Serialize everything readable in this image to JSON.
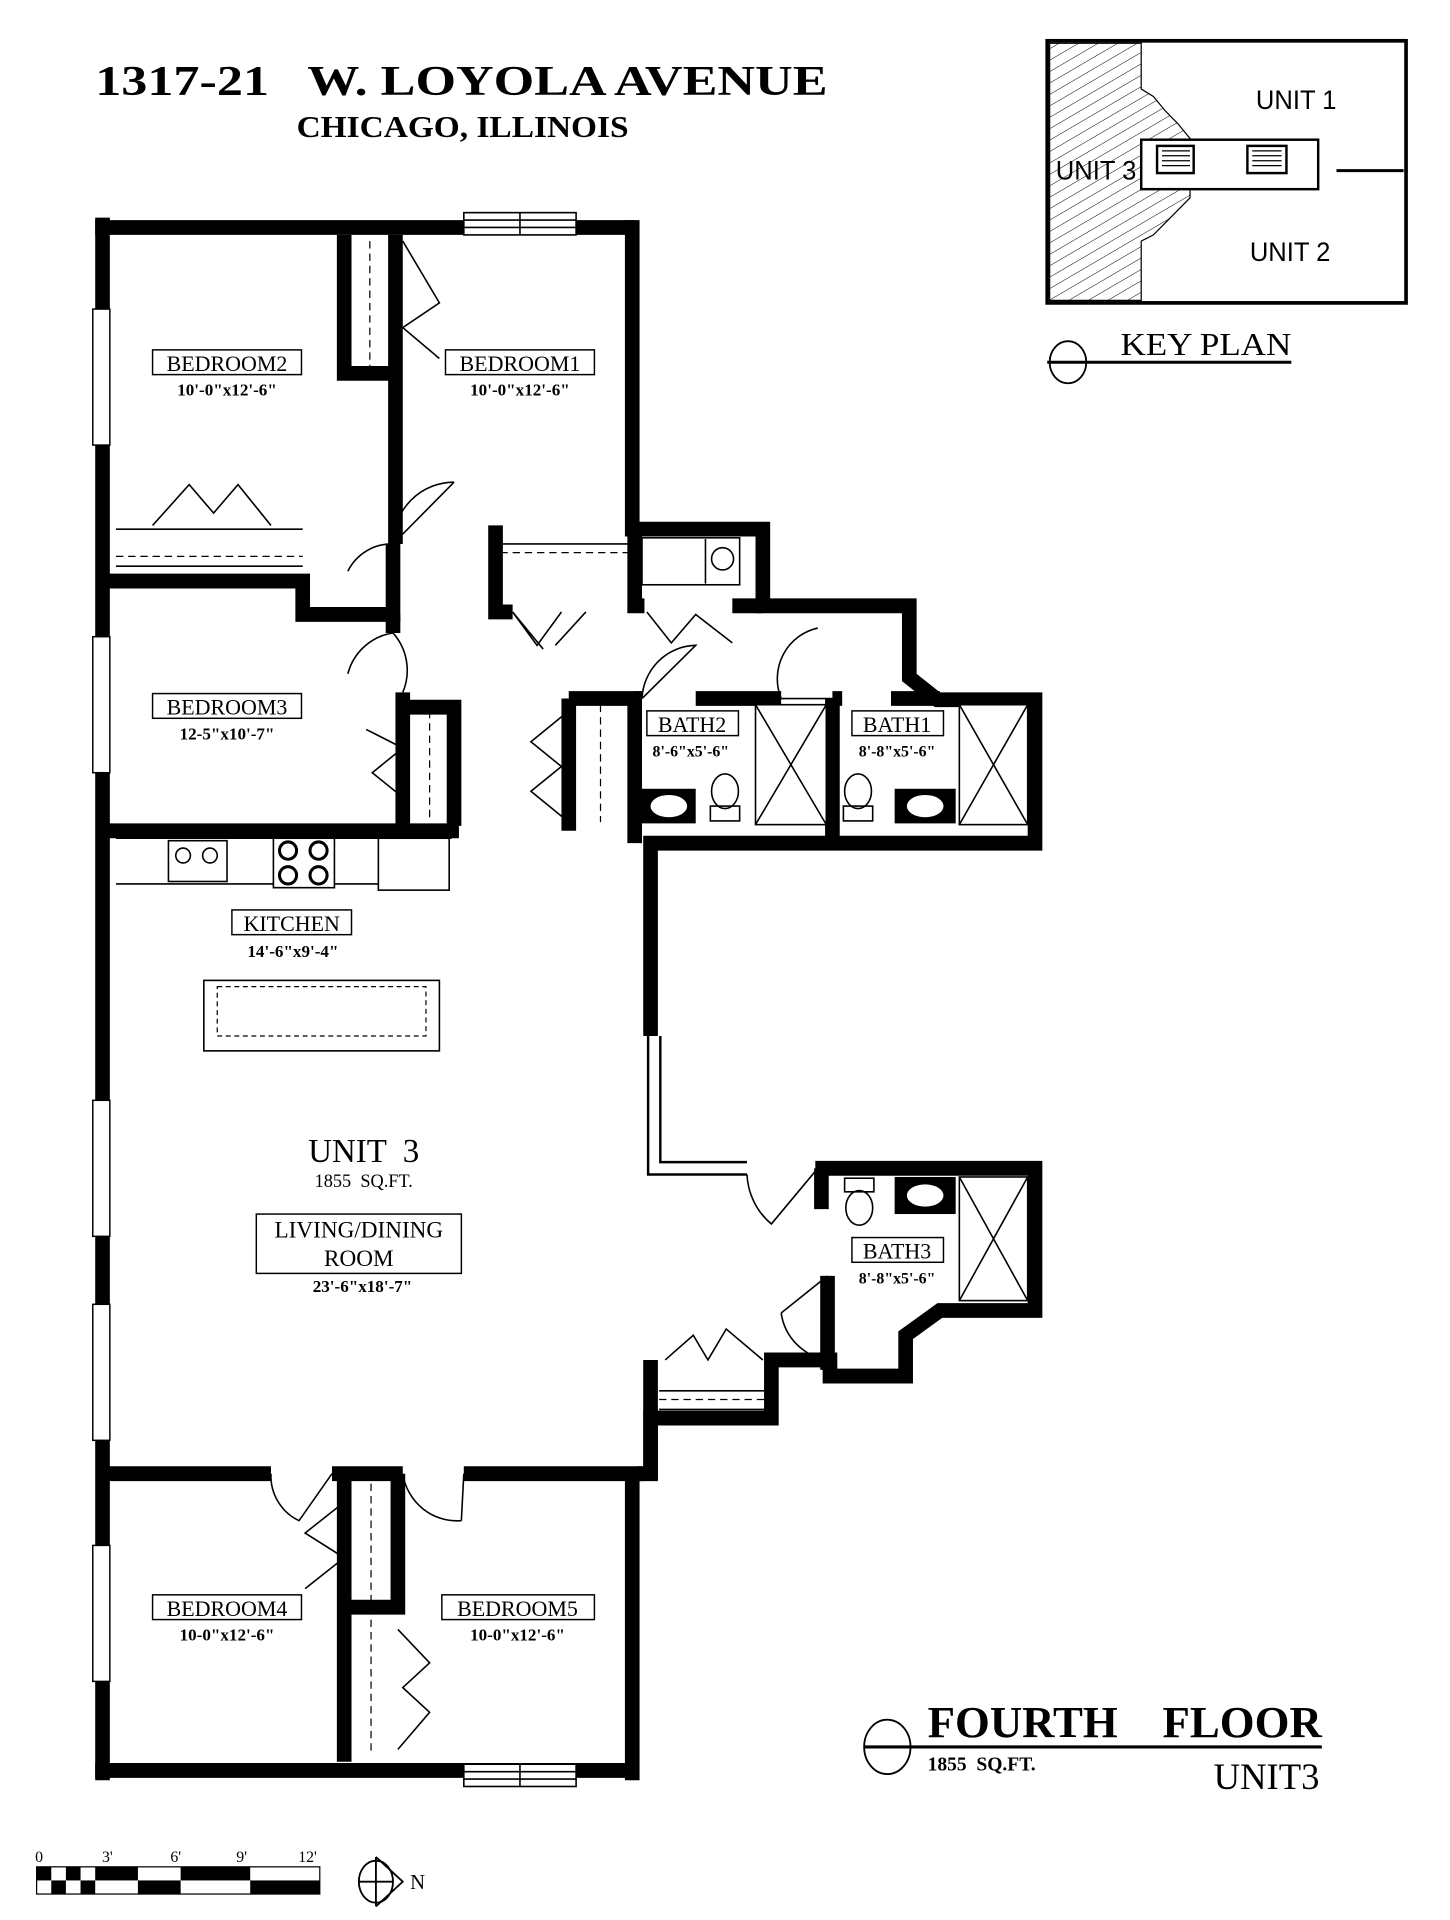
{
  "header": {
    "address": "1317-21   W. LOYOLA AVENUE",
    "city": "CHICAGO, ILLINOIS"
  },
  "key_plan": {
    "title": "KEY PLAN",
    "units": [
      "UNIT 1",
      "UNIT 2",
      "UNIT 3"
    ]
  },
  "rooms": {
    "bedroom1": {
      "name": "BEDROOM1",
      "dims": "10'-0\"x12'-6\""
    },
    "bedroom2": {
      "name": "BEDROOM2",
      "dims": "10'-0\"x12'-6\""
    },
    "bedroom3": {
      "name": "BEDROOM3",
      "dims": "12-5\"x10'-7\""
    },
    "bedroom4": {
      "name": "BEDROOM4",
      "dims": "10-0\"x12'-6\""
    },
    "bedroom5": {
      "name": "BEDROOM5",
      "dims": "10-0\"x12'-6\""
    },
    "kitchen": {
      "name": "KITCHEN",
      "dims": "14'-6\"x9'-4\""
    },
    "bath1": {
      "name": "BATH1",
      "dims": "8'-8\"x5'-6\""
    },
    "bath2": {
      "name": "BATH2",
      "dims": "8'-6\"x5'-6\""
    },
    "bath3": {
      "name": "BATH3",
      "dims": "8'-8\"x5'-6\""
    },
    "living": {
      "name_line1": "LIVING/DINING",
      "name_line2": "ROOM",
      "dims": "23'-6\"x18'-7\""
    }
  },
  "unit": {
    "name": "UNIT  3",
    "area": "1855  SQ.FT."
  },
  "sheet_title": {
    "floor": "FOURTH    FLOOR",
    "area": "1855  SQ.FT.",
    "unit": "UNIT3"
  },
  "scale_bar": {
    "ticks": [
      "0",
      "3'",
      "6'",
      "9'",
      "12'"
    ]
  },
  "north_arrow": {
    "label": "N"
  }
}
